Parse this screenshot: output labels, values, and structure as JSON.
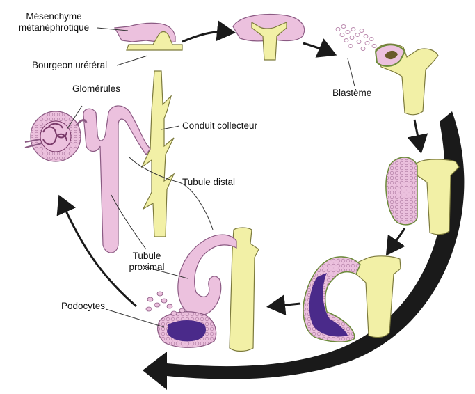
{
  "labels": {
    "mesenchyme_line1": "Mésenchyme",
    "mesenchyme_line2": "métanéphrotique",
    "bourgeon": "Bourgeon urétéral",
    "blasteme": "Blastème",
    "glomerules": "Glomérules",
    "conduit": "Conduit collecteur",
    "tubule_distal": "Tubule distal",
    "tubule_proximal_line1": "Tubule",
    "tubule_proximal_line2": "proximal",
    "podocytes": "Podocytes"
  },
  "colors": {
    "pink": "#ecc1de",
    "pink_stroke": "#8b5a83",
    "yellow": "#f2f0a6",
    "yellow_stroke": "#7c7a3c",
    "purple": "#4a2a8a",
    "arrow": "#1a1a1a",
    "cells": "#d9a9cc"
  }
}
